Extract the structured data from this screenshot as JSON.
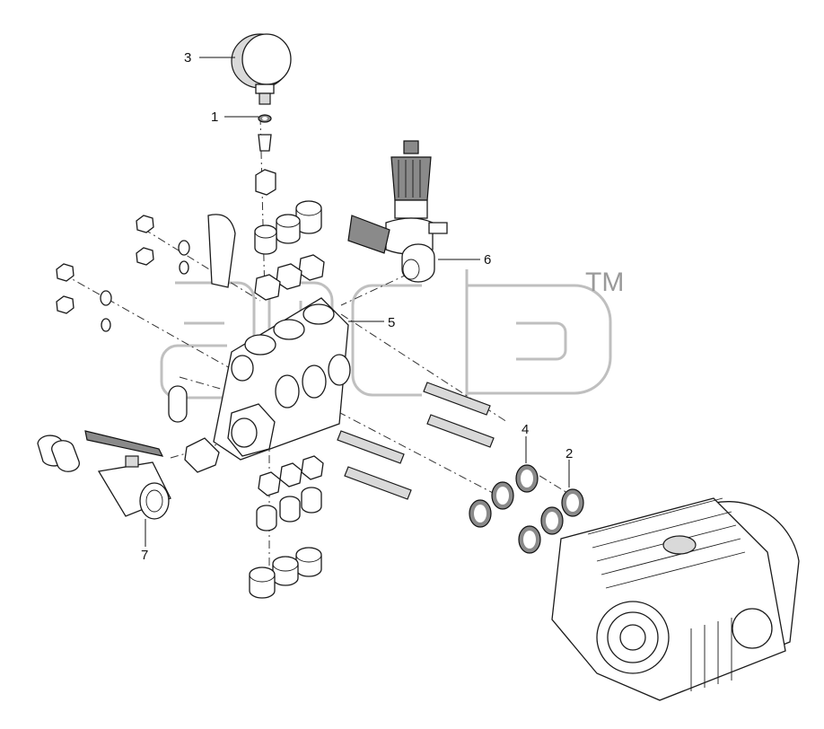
{
  "callouts": [
    {
      "id": "1",
      "text": "1"
    },
    {
      "id": "2",
      "text": "2"
    },
    {
      "id": "3",
      "text": "3"
    },
    {
      "id": "4",
      "text": "4"
    },
    {
      "id": "5",
      "text": "5"
    },
    {
      "id": "6",
      "text": "6"
    },
    {
      "id": "7",
      "text": "7"
    }
  ],
  "watermark": {
    "trademark": "TM"
  },
  "icons": {
    "pressure_gauge": "pressure-gauge-icon",
    "unloader_valve": "unloader-valve-icon",
    "ball_valve": "ball-valve-icon",
    "manifold": "manifold-icon",
    "pump_crankcase": "pump-crankcase-icon"
  }
}
